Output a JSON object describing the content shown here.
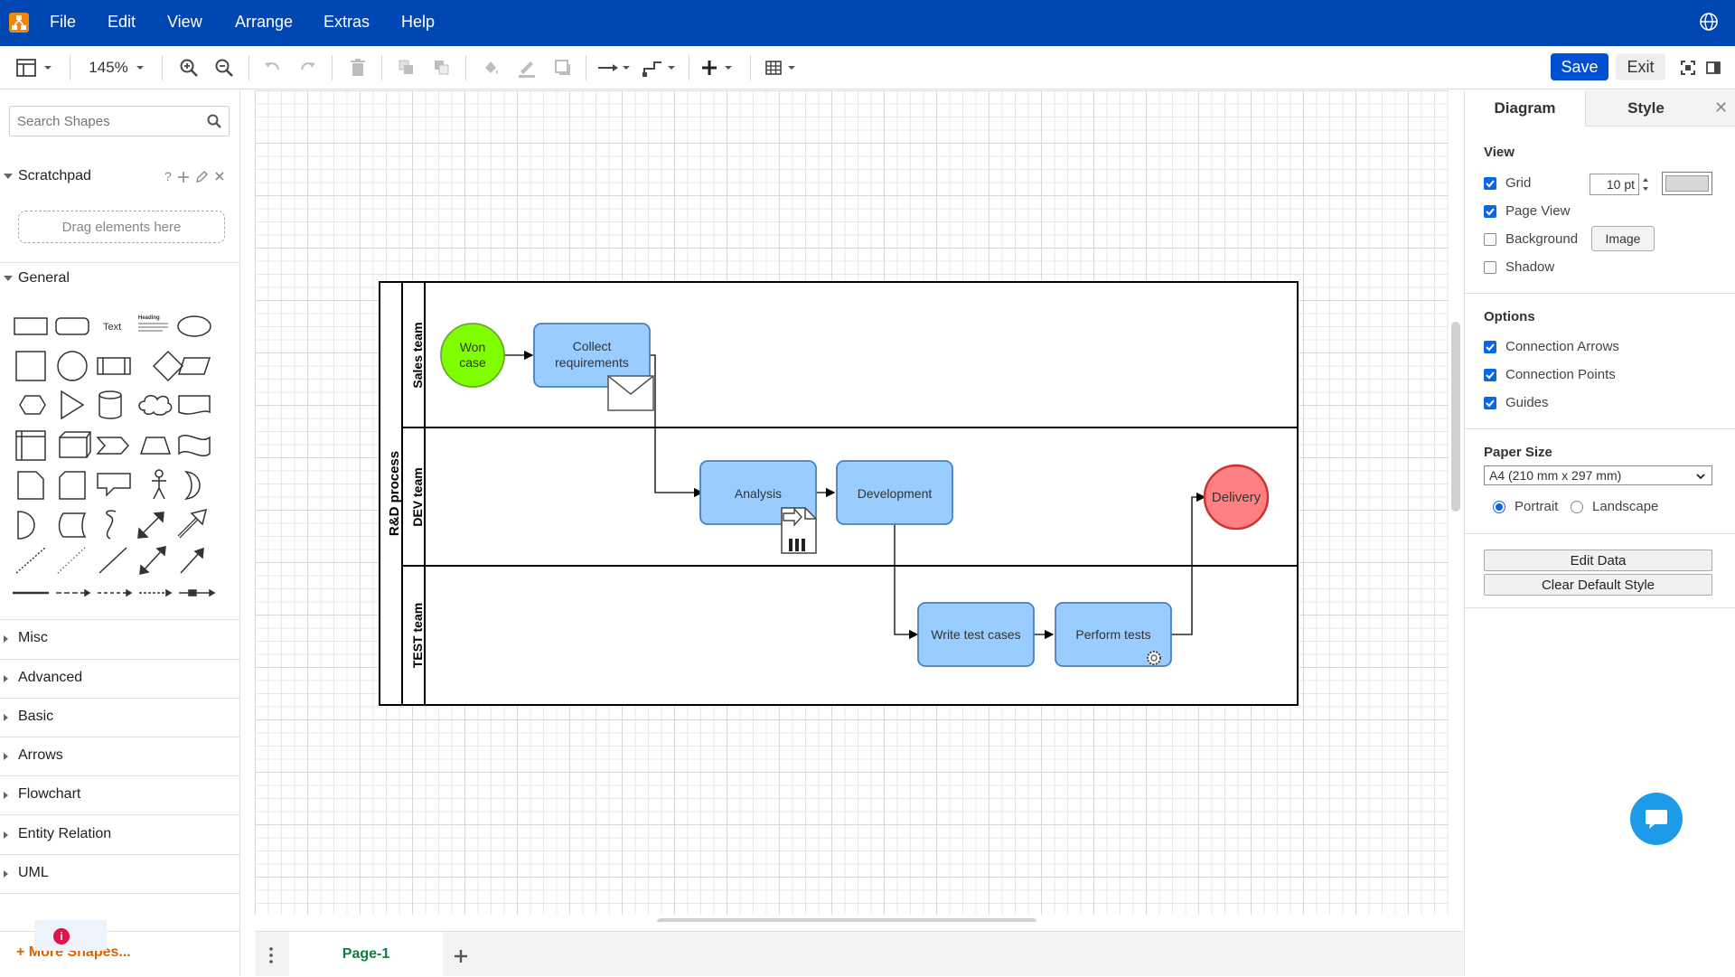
{
  "menubar": {
    "items": [
      "File",
      "Edit",
      "View",
      "Arrange",
      "Extras",
      "Help"
    ]
  },
  "toolbar": {
    "zoom": "145%",
    "save_label": "Save",
    "exit_label": "Exit"
  },
  "left_panel": {
    "search_placeholder": "Search Shapes",
    "scratchpad_label": "Scratchpad",
    "scratchpad_help": "?",
    "drag_hint": "Drag elements here",
    "general_label": "General",
    "text_shape_label": "Text",
    "heading_shape_label": "Heading",
    "sections": [
      "Misc",
      "Advanced",
      "Basic",
      "Arrows",
      "Flowchart",
      "Entity Relation",
      "UML"
    ],
    "more_shapes": "More Shapes...",
    "notification_count": "i"
  },
  "diagram": {
    "pool_label": "R&D process",
    "lanes": [
      "Sales team",
      "DEV team",
      "TEST team"
    ],
    "nodes": {
      "won_case_line1": "Won",
      "won_case_line2": "case",
      "collect_line1": "Collect",
      "collect_line2": "requirements",
      "analysis": "Analysis",
      "development": "Development",
      "delivery": "Delivery",
      "write_test_cases": "Write test cases",
      "perform_tests": "Perform tests"
    },
    "colors": {
      "task_fill": "#99ccff",
      "task_stroke": "#4a7fbf",
      "start_fill": "#80ff00",
      "start_stroke": "#66aa33",
      "end_fill": "#ff8080",
      "end_stroke": "#cc3333"
    }
  },
  "page_tabs": {
    "current": "Page-1"
  },
  "right_panel": {
    "tab_diagram": "Diagram",
    "tab_style": "Style",
    "view_title": "View",
    "grid_label": "Grid",
    "grid_size": "10 pt",
    "page_view_label": "Page View",
    "background_label": "Background",
    "image_button": "Image",
    "shadow_label": "Shadow",
    "options_title": "Options",
    "connection_arrows_label": "Connection Arrows",
    "connection_points_label": "Connection Points",
    "guides_label": "Guides",
    "paper_size_title": "Paper Size",
    "paper_size_value": "A4 (210 mm x 297 mm)",
    "portrait_label": "Portrait",
    "landscape_label": "Landscape",
    "edit_data_button": "Edit Data",
    "clear_default_style_button": "Clear Default Style",
    "checks": {
      "grid": true,
      "page_view": true,
      "background": false,
      "shadow": false,
      "connection_arrows": true,
      "connection_points": true,
      "guides": true
    },
    "orientation": "portrait"
  },
  "colors": {
    "menubar_bg": "#0047b3",
    "save_bg": "#0050d1",
    "accent": "#0a66e8",
    "page_tab_text": "#0f7b3e",
    "more_shapes_text": "#e06000",
    "chat_button": "#1e9be8"
  }
}
